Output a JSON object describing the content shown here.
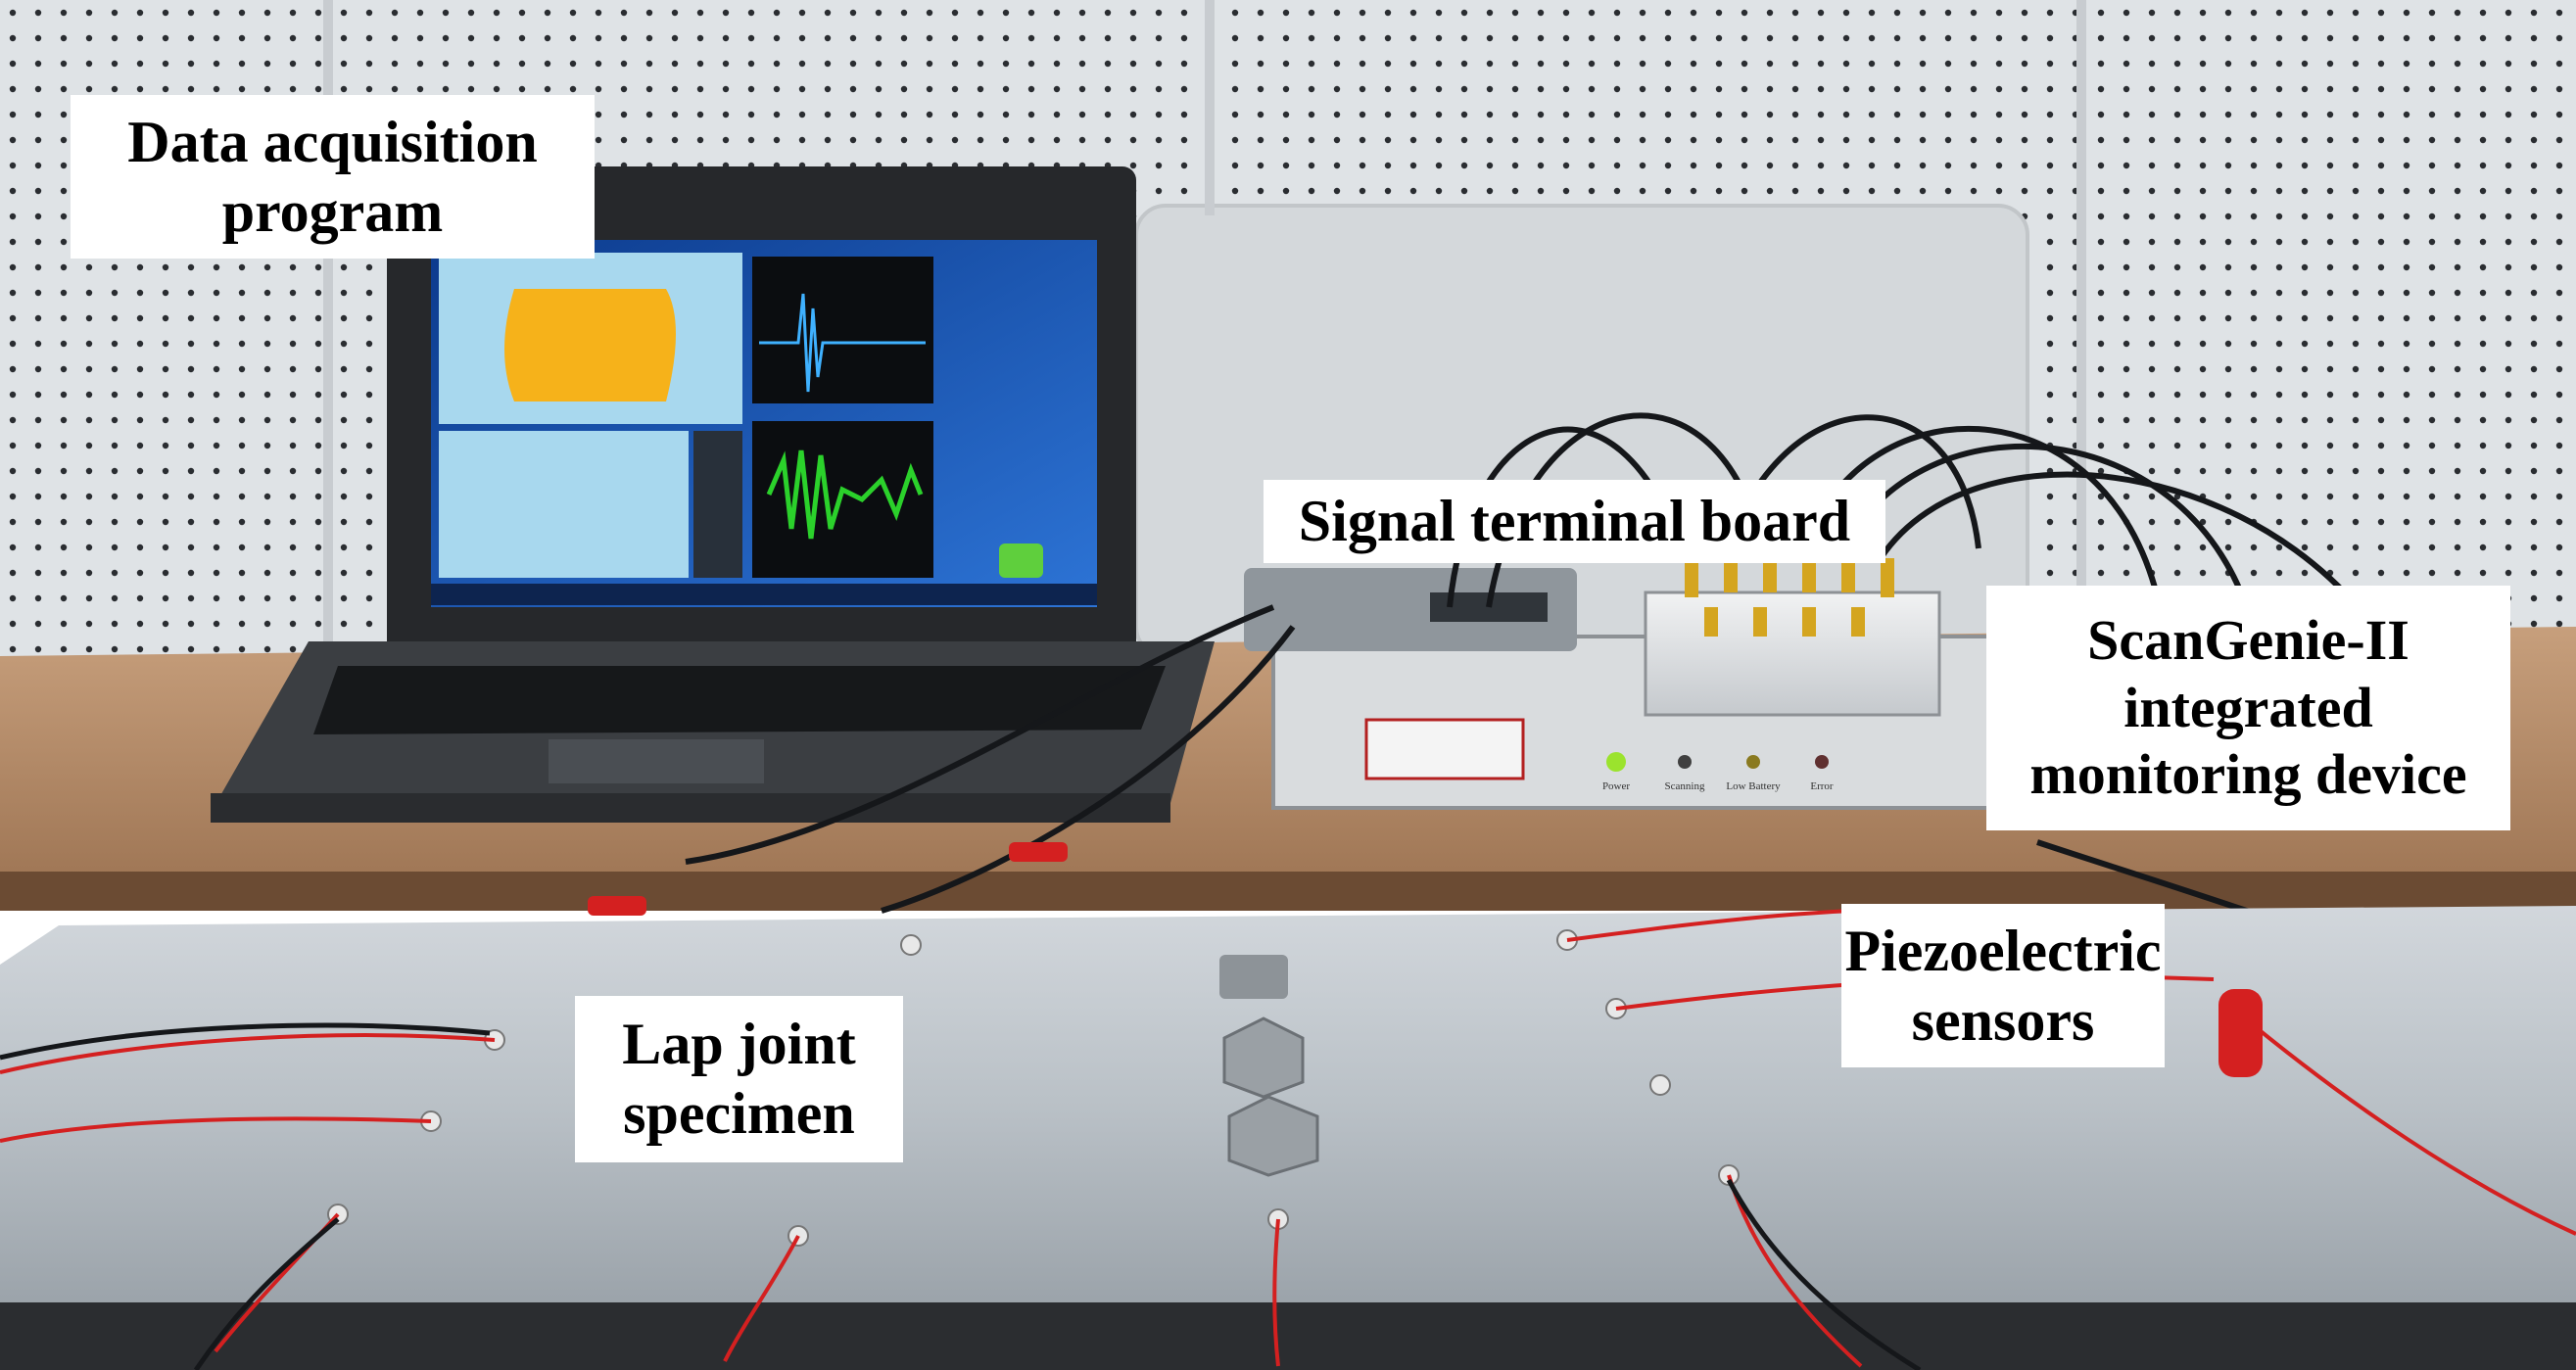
{
  "labels": {
    "data_acquisition": [
      "Data acquisition",
      "program"
    ],
    "signal_terminal": [
      "Signal terminal board"
    ],
    "scangenie": [
      "ScanGenie-II",
      "integrated",
      "monitoring device"
    ],
    "lap_joint": [
      "Lap joint",
      "specimen"
    ],
    "piezo": [
      "Piezoelectric",
      "sensors"
    ]
  },
  "screen": {
    "sensor_layout_title": "Sensor Layout",
    "actuation_title": "Actuation Signal",
    "workspace_title": "Workspace Manager",
    "sensor_data_title": "Sensor Data"
  },
  "device": {
    "indicators": [
      "Power",
      "Scanning",
      "Low Battery",
      "Error"
    ]
  },
  "colors": {
    "wall": "#dfe3e6",
    "table": "#b48c69",
    "plate": "#bcc3c9",
    "screen_bg": "#1e4fa8",
    "layout_plate": "#f6b21a",
    "signal_green": "#2bd12b",
    "signal_blue": "#3fb1ff"
  }
}
